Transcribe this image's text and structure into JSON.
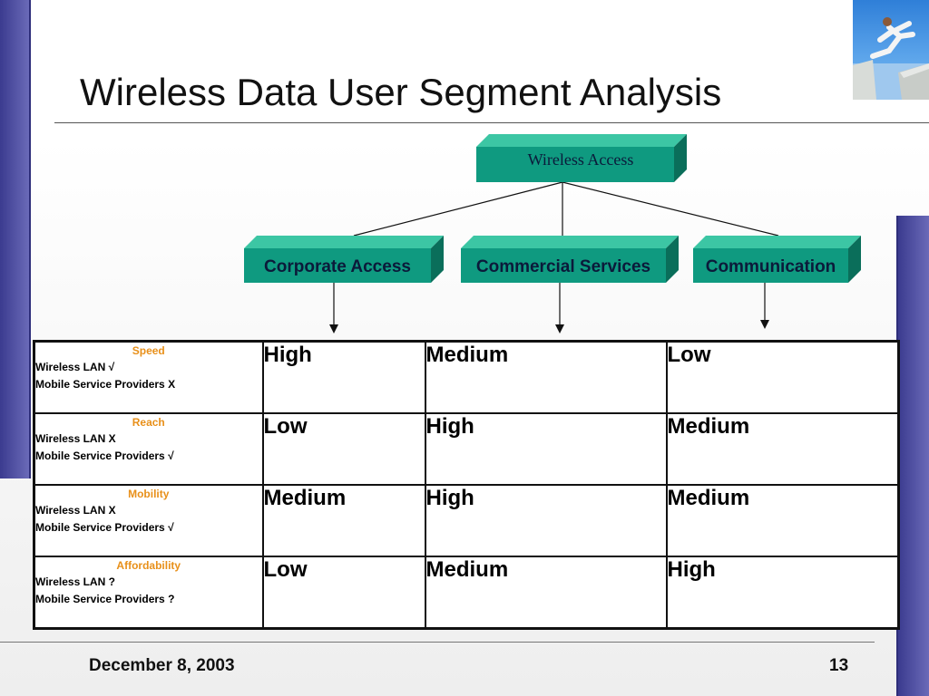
{
  "slide": {
    "title": "Wireless Data User Segment Analysis",
    "date": "December 8, 2003",
    "page_number": "13"
  },
  "diagram": {
    "root": "Wireless Access",
    "children": [
      "Corporate Access",
      "Commercial Services",
      "Communication"
    ],
    "box_color": "#0f9a80"
  },
  "table": {
    "rows": [
      {
        "criterion": "Speed",
        "lines": [
          "Wireless LAN √",
          "Mobile Service Providers X"
        ],
        "values": [
          "High",
          "Medium",
          "Low"
        ]
      },
      {
        "criterion": "Reach",
        "lines": [
          "Wireless LAN X",
          "Mobile Service Providers √"
        ],
        "values": [
          "Low",
          "High",
          "Medium"
        ]
      },
      {
        "criterion": "Mobility",
        "lines": [
          "Wireless LAN X",
          "Mobile Service Providers √"
        ],
        "values": [
          "Medium",
          "High",
          "Medium"
        ]
      },
      {
        "criterion": "Affordability",
        "lines": [
          "Wireless LAN ?",
          "Mobile Service Providers ?"
        ],
        "values": [
          "Low",
          "Medium",
          "High"
        ]
      }
    ]
  },
  "colors": {
    "accent_bar": "#5a5aa6",
    "criterion_label": "#e8901a"
  }
}
